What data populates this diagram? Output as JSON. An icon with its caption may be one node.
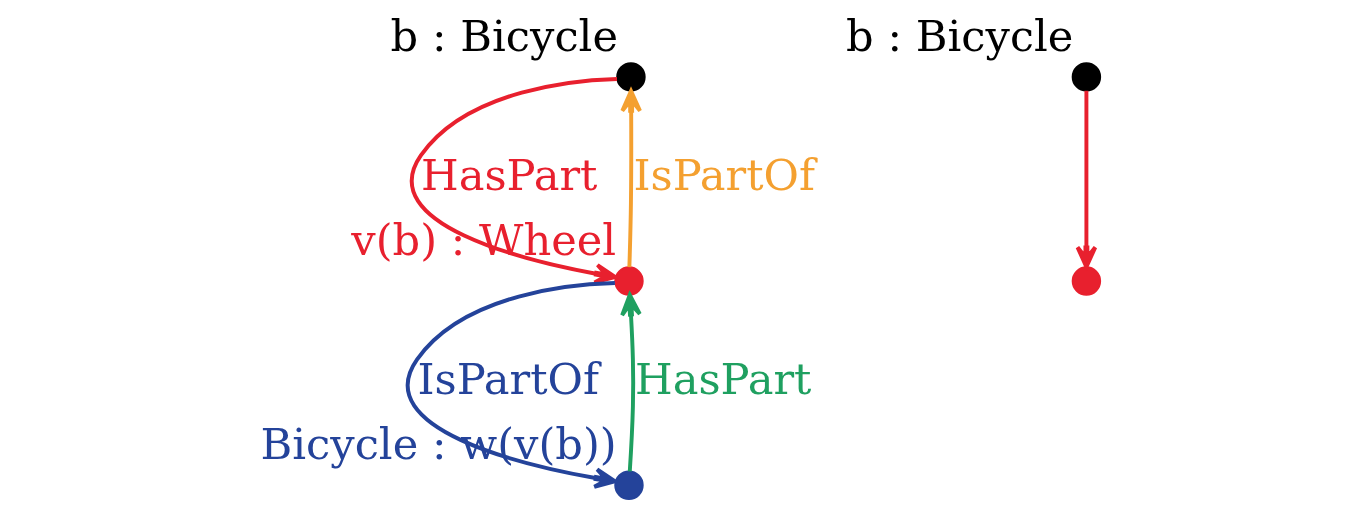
{
  "diagram": {
    "nodes": [
      {
        "text": [
          "b : Bicycle"
        ]
      },
      {
        "text": [
          "v(b) : Wheel"
        ]
      },
      {
        "text": [
          "Bicycle : w(v(b))"
        ]
      },
      {
        "text": [
          "b : Bicycle"
        ]
      },
      {
        "text": [],
        "shape": "circle"
      }
    ],
    "edges": [
      {
        "from": 0,
        "to": 1,
        "arrow": "to",
        "label": "HasPart",
        "color": "#e8202e"
      },
      {
        "from": 1,
        "to": 0,
        "arrow": "to",
        "label": "IsPartOf",
        "color": "#f4a030"
      },
      {
        "from": 1,
        "to": 2,
        "arrow": "to",
        "label": "IsPartOf",
        "color": "#24439a"
      },
      {
        "from": 2,
        "to": 1,
        "arrow": "to",
        "label": "HasPart",
        "color": "#1fa060"
      },
      {
        "from": 3,
        "to": 4,
        "arrow": "to",
        "color": "#e8202e"
      }
    ]
  }
}
